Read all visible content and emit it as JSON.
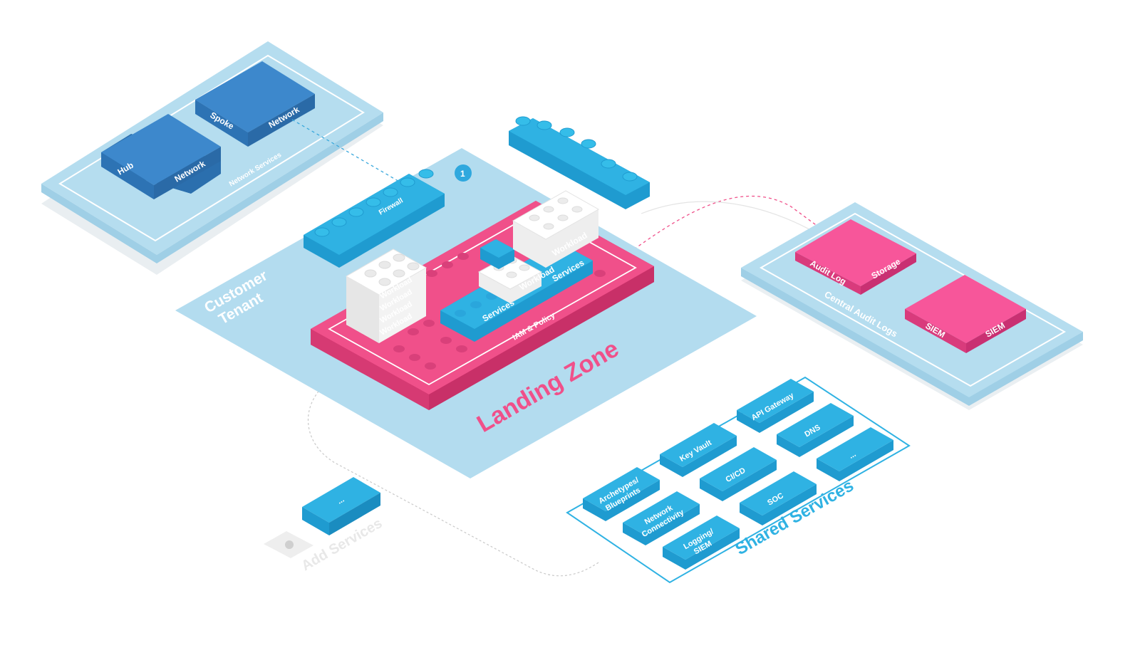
{
  "network_services": {
    "title": "Network Services",
    "hub": {
      "left": "Hub",
      "right": "Network"
    },
    "spoke": {
      "left": "Spoke",
      "right": "Network"
    }
  },
  "firewall": {
    "label": "Firewall",
    "badge": "1"
  },
  "customer_tenant": {
    "line1": "Customer",
    "line2": "Tenant"
  },
  "landing_zone": {
    "title": "Landing Zone",
    "iam": "IAM & Policy",
    "workload_stack": [
      "Workload",
      "Workload",
      "Workload",
      "Workload"
    ],
    "services_left": "Services",
    "services_right": "Services",
    "workload_mid": "Workload",
    "workload_top": "Workload"
  },
  "central_audit": {
    "title": "Central Audit Logs",
    "audit_log": "Audit Log",
    "storage": "Storage",
    "siem_left": "SIEM",
    "siem_right": "SIEM"
  },
  "shared_services": {
    "title": "Shared Services",
    "items": [
      {
        "l1": "Archetypes/",
        "l2": "Blueprints"
      },
      {
        "l1": "Key Vault",
        "l2": ""
      },
      {
        "l1": "API Gateway",
        "l2": ""
      },
      {
        "l1": "Network",
        "l2": "Connectivity"
      },
      {
        "l1": "CI/CD",
        "l2": ""
      },
      {
        "l1": "DNS",
        "l2": ""
      },
      {
        "l1": "Logging/",
        "l2": "SIEM"
      },
      {
        "l1": "SOC",
        "l2": ""
      },
      {
        "l1": "...",
        "l2": ""
      }
    ]
  },
  "add_services": {
    "label": "Add Services",
    "block": "..."
  },
  "colors": {
    "light_blue": "#b3dcef",
    "dark_blue": "#3d88cc",
    "cyan": "#2fb2e3",
    "pink": "#f0508a",
    "white": "#ffffff"
  }
}
